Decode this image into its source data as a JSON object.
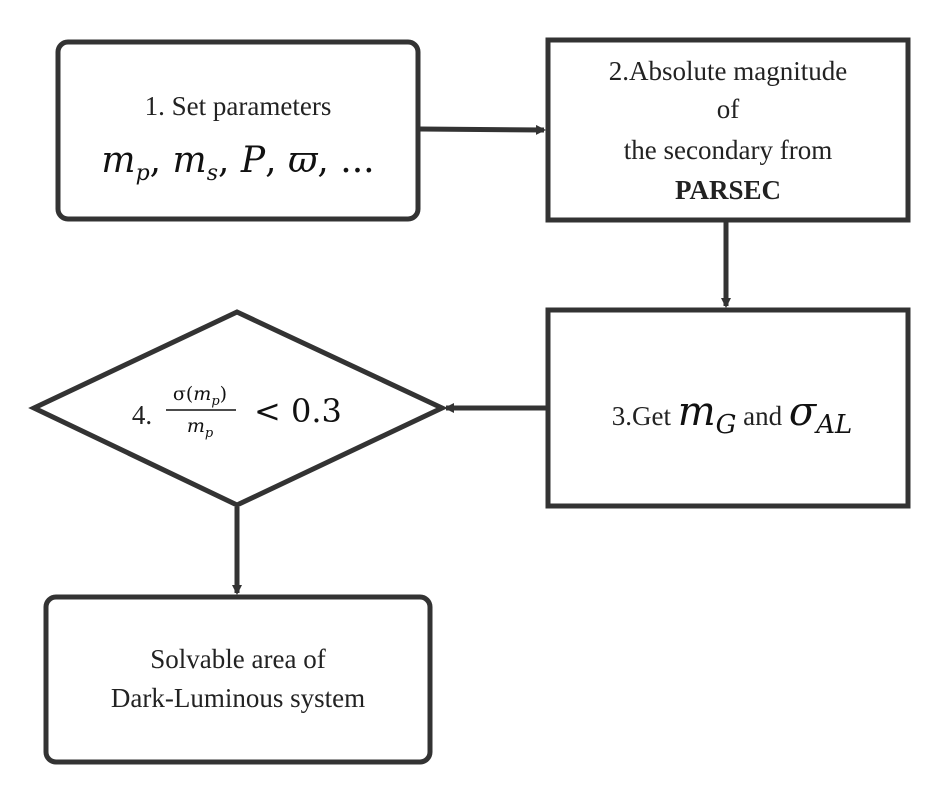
{
  "colors": {
    "stroke": "#333333",
    "text": "#222222",
    "background": "#ffffff"
  },
  "box1": {
    "line1": "1. Set parameters",
    "math": {
      "m1": "m",
      "p": "p",
      "comma1": ", ",
      "m2": "m",
      "s": "s",
      "comma2": ", ",
      "P": "P",
      "comma3": ", ",
      "pi": "ϖ",
      "tail": ", ..."
    }
  },
  "box2": {
    "line1": "2.Absolute magnitude",
    "line2": "of",
    "line3": "the secondary from",
    "line4": "PARSEC"
  },
  "box3": {
    "prefix": "3.Get ",
    "m": "m",
    "G": "G",
    "and": " and ",
    "sigma": "σ",
    "AL": "AL"
  },
  "diamond": {
    "prefix": "4.",
    "num_sigma": "σ(",
    "num_m": "m",
    "num_p": "p",
    "num_close": ")",
    "den_m": "m",
    "den_p": "p",
    "relation": "< 0.3"
  },
  "box5": {
    "line1": "Solvable area of",
    "line2": "Dark-Luminous system"
  }
}
